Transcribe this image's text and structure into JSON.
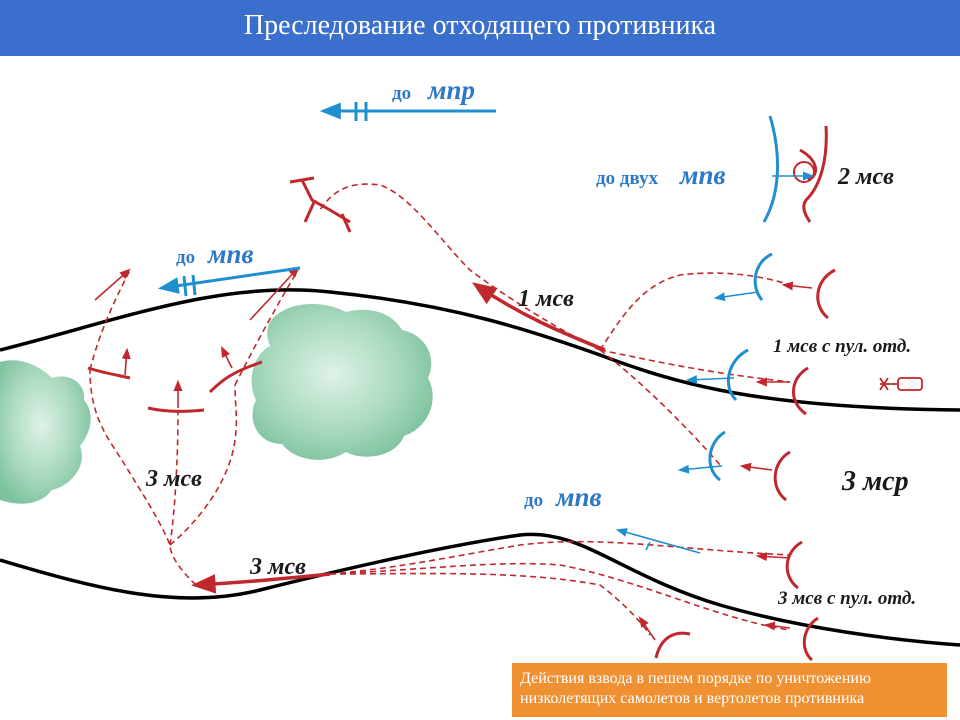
{
  "header": {
    "title": "Преследование отходящего противника"
  },
  "labels": {
    "do_mpr_prefix": "до",
    "do_mpr_main": "мпр",
    "do_dvuh_mpv_prefix": "до двух",
    "do_dvuh_mpv_main": "мпв",
    "do_mpv_top_prefix": "до",
    "do_mpv_top_main": "мпв",
    "do_mpv_bottom_prefix": "до",
    "do_mpv_bottom_main": "мпв",
    "msv2": "2 мсв",
    "msv1": "1 мсв",
    "msv1_pul": "1 мсв с пул. отд.",
    "msv3_left": "3 мсв",
    "msv3_bottom": "3 мсв",
    "msr3": "3 мср",
    "msv3_pul": "3 мсв с пул. отд."
  },
  "footer": {
    "text": "Действия взвода в пешем порядке по уничтожению низколетящих самолетов и вертолетов противника"
  },
  "colors": {
    "header": "#3b6fce",
    "red": "#c0282d",
    "blue": "#1f8fd0",
    "forest": "#9bd0b4",
    "footer": "#ef9133"
  }
}
